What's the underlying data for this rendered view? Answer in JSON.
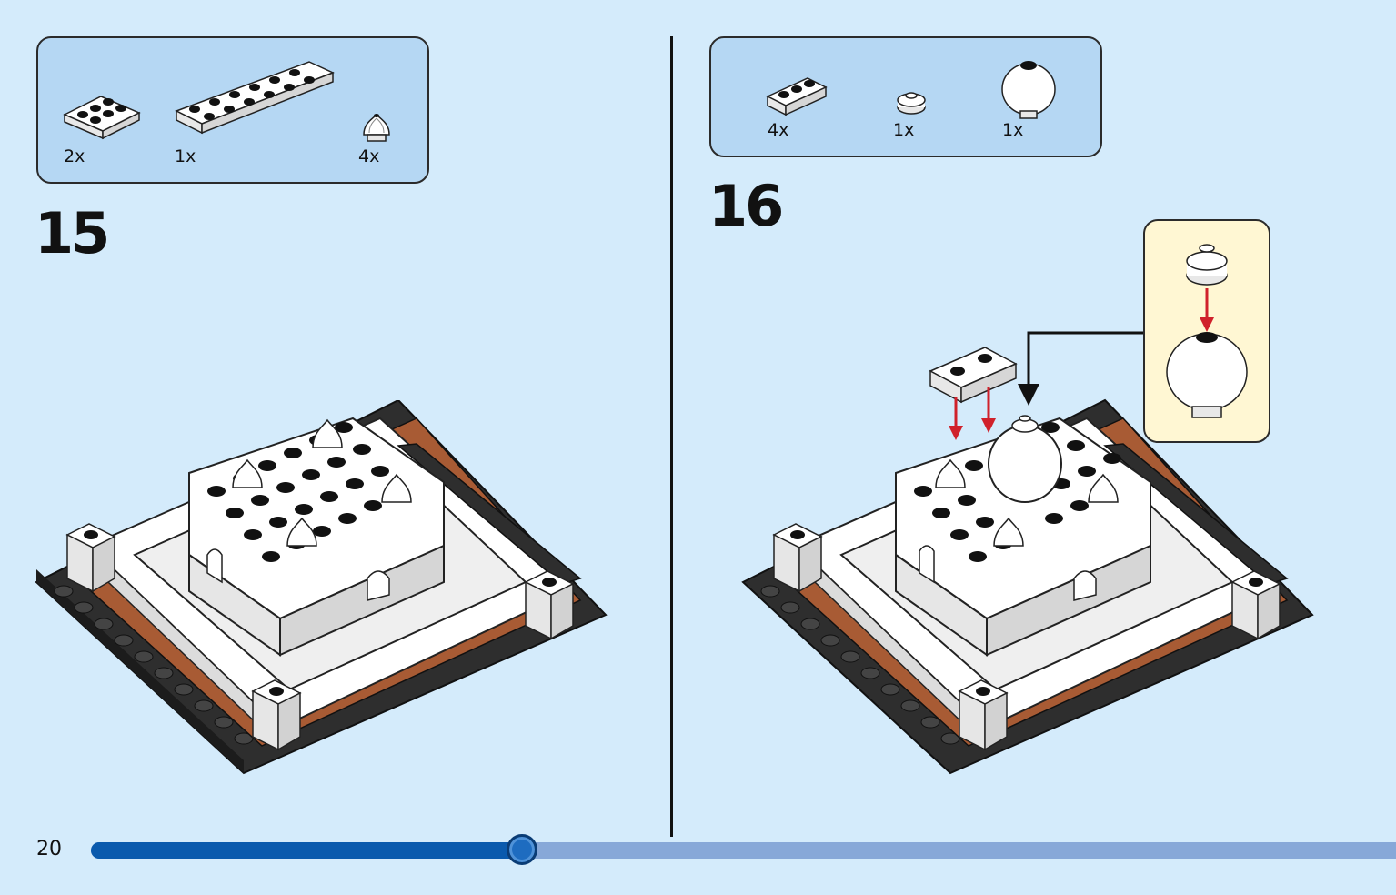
{
  "page": {
    "number": "20",
    "progress_fraction": 0.33
  },
  "steps": [
    {
      "number": "15",
      "parts": [
        {
          "qty": "2x",
          "part": "plate-2x3-white-icon"
        },
        {
          "qty": "1x",
          "part": "plate-2x6-white-icon"
        },
        {
          "qty": "4x",
          "part": "onion-dome-white-icon"
        }
      ]
    },
    {
      "number": "16",
      "parts": [
        {
          "qty": "4x",
          "part": "plate-1x3-white-icon"
        },
        {
          "qty": "1x",
          "part": "round-plate-1x1-white-icon"
        },
        {
          "qty": "1x",
          "part": "sphere-dome-white-icon"
        }
      ]
    }
  ],
  "colors": {
    "page_background": "#d4ebfb",
    "parts_box": "#b5d7f3",
    "callout_box": "#fff7d3",
    "progress_done": "#0a5aad",
    "progress_remaining": "#87a8d8",
    "arrow_red": "#d0212b",
    "baseplate": "#2e2e2e",
    "brown_tile": "#a85b34"
  }
}
